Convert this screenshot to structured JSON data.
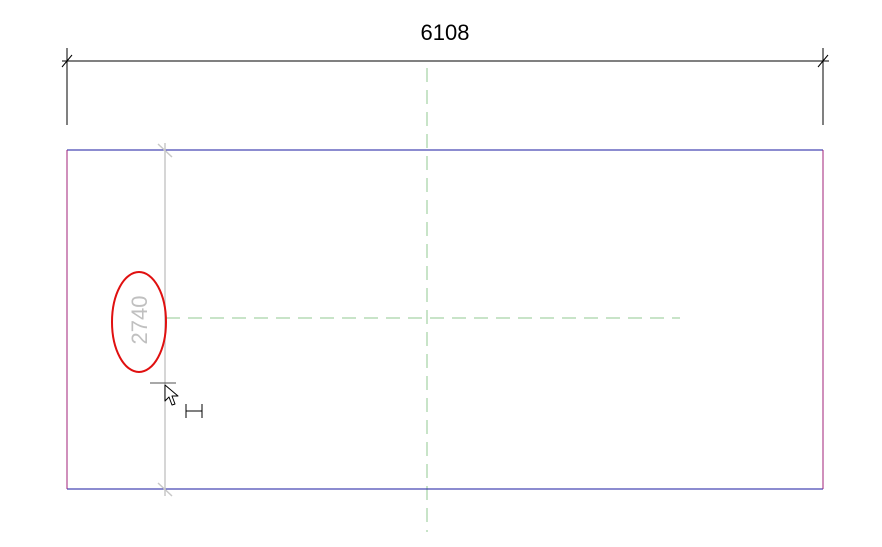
{
  "drawing": {
    "overall_width_dimension": "6108",
    "temporary_height_dimension": "2740",
    "colors": {
      "background": "#ffffff",
      "dimension_line": "#000000",
      "rectangle_top_bottom": "#1a1aa0",
      "rectangle_sides": "#a0207a",
      "reference_plane": "#90c890",
      "temporary_dimension": "#c0c0c0",
      "highlight_ellipse": "#e01010"
    },
    "highlight_target": "temporary_height_dimension",
    "cursor": {
      "icon": "arrow-cursor-icon",
      "badge": "dimension-tool-icon"
    }
  }
}
